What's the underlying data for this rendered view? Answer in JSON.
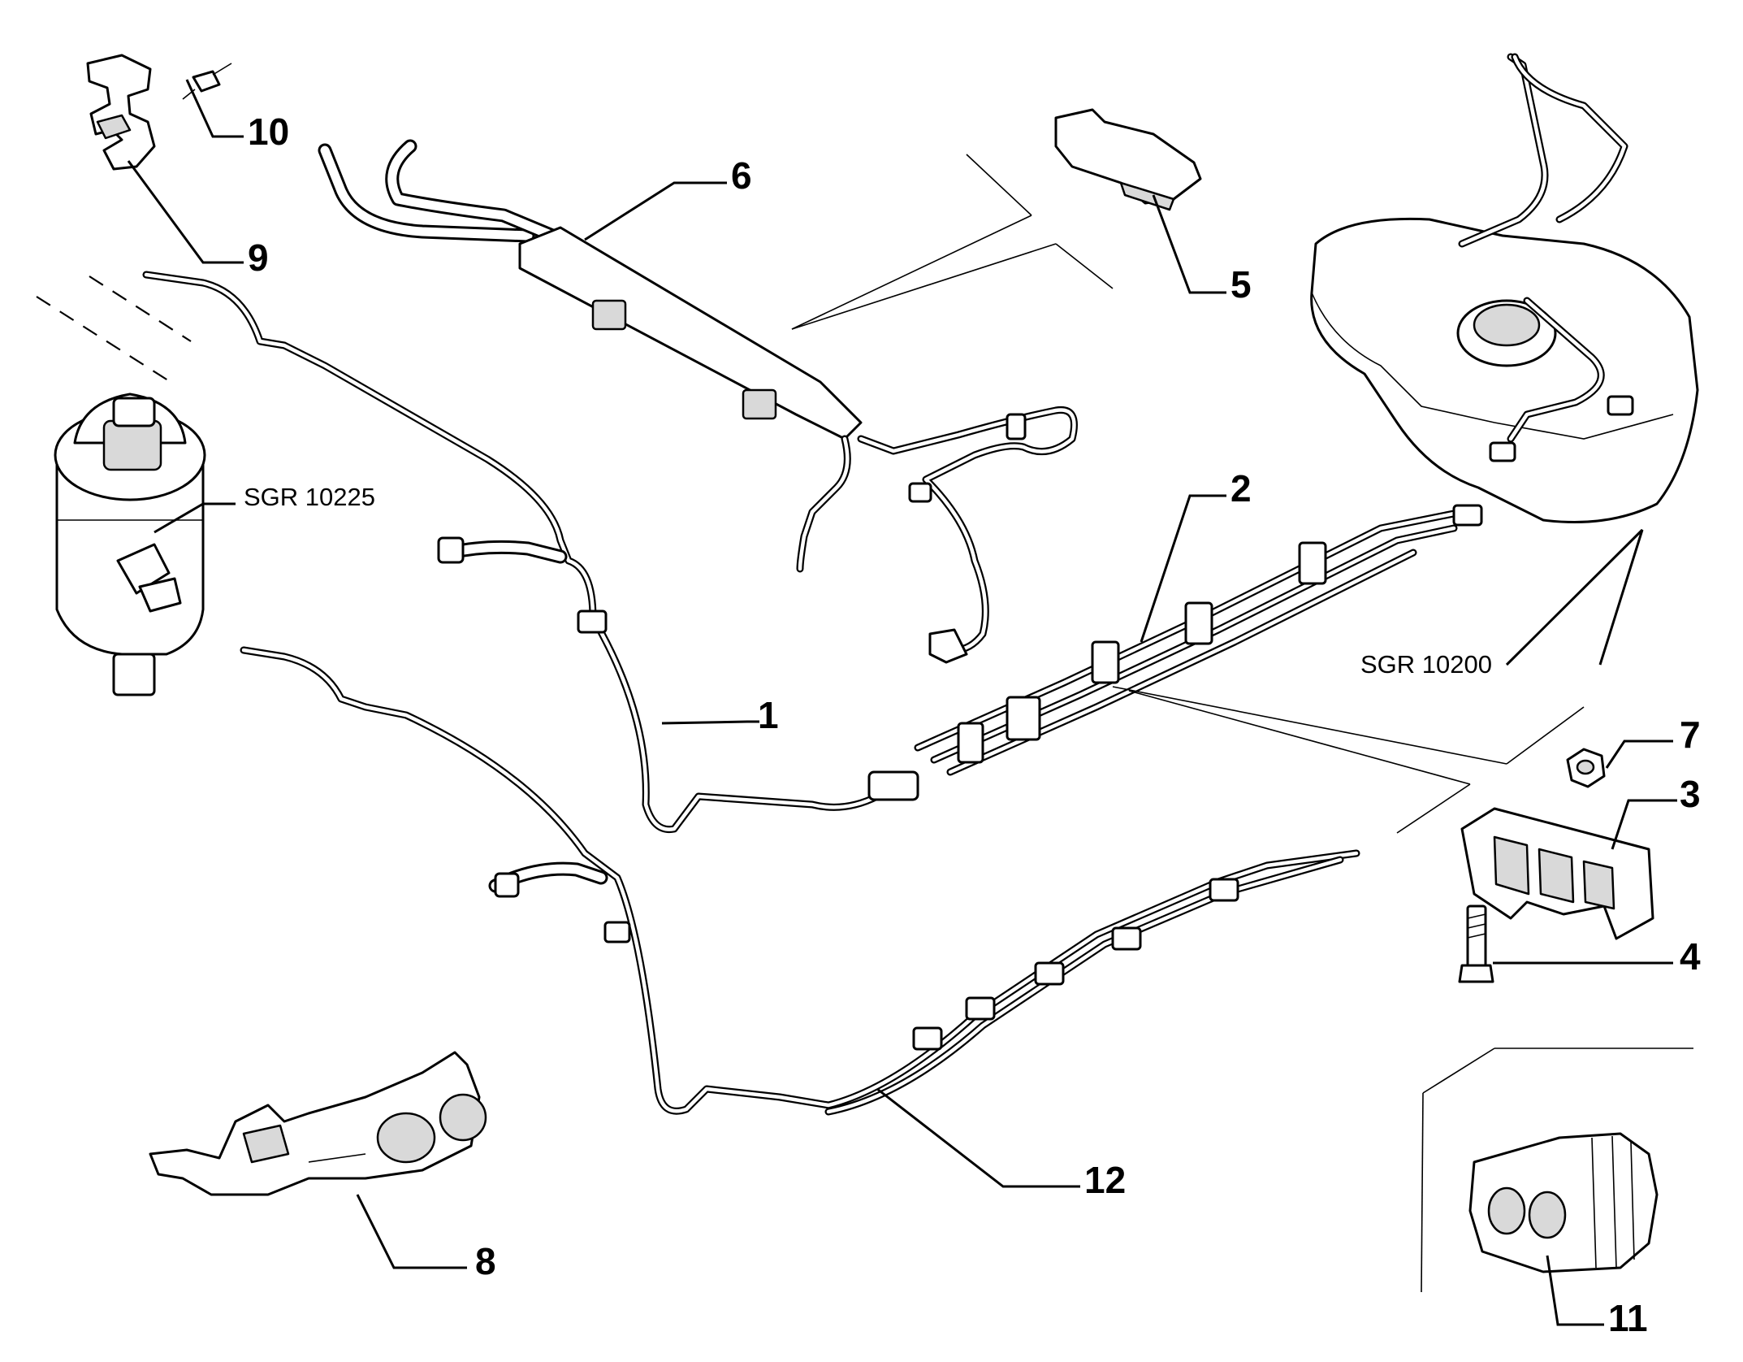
{
  "labels": {
    "p1": "1",
    "p2": "2",
    "p3": "3",
    "p4": "4",
    "p5": "5",
    "p6": "6",
    "p7": "7",
    "p8": "8",
    "p9": "9",
    "p10": "10",
    "p11": "11",
    "p12": "12"
  },
  "references": {
    "filter_group": "SGR 10225",
    "tank_group": "SGR 10200"
  }
}
